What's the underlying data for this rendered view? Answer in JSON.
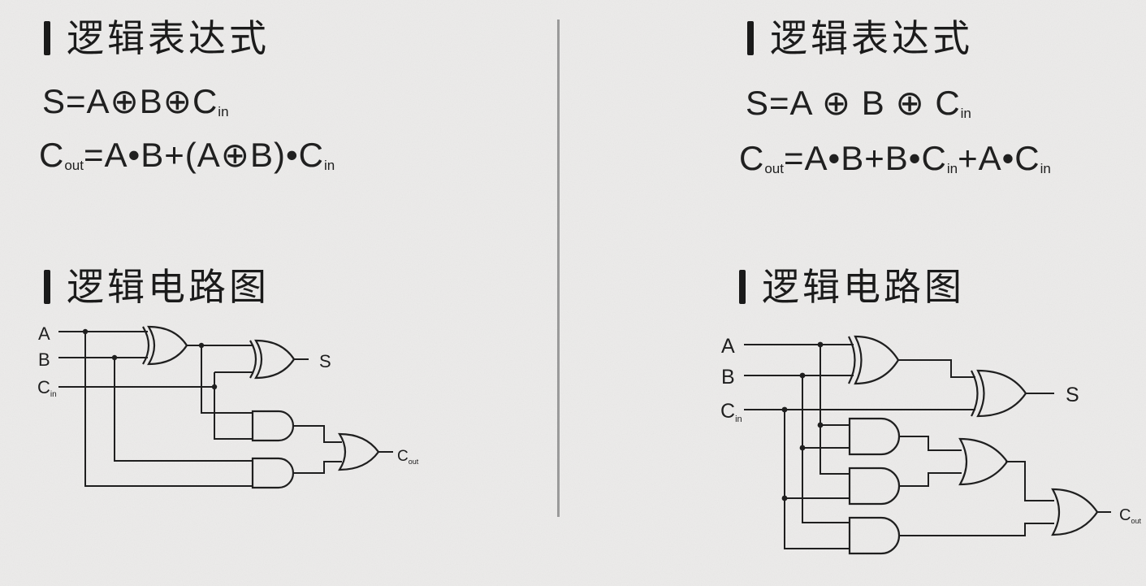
{
  "left": {
    "expr_heading": "逻辑表达式",
    "sum_eq": {
      "lhs": "S",
      "op": "=",
      "rhs": "A⊕B⊕C",
      "rhs_sub": "in"
    },
    "carry_eq": {
      "lhs": "C",
      "lhs_sub": "out",
      "op": "=",
      "rhs": "A•B+(A⊕B)•C",
      "rhs_sub": "in"
    },
    "circuit_heading": "逻辑电路图",
    "circuit": {
      "input_a": "A",
      "input_b": "B",
      "input_c": "C",
      "input_c_sub": "in",
      "output_s": "S",
      "output_cout": "C",
      "output_cout_sub": "out"
    }
  },
  "right": {
    "expr_heading": "逻辑表达式",
    "sum_eq": {
      "lhs": "S",
      "op": "=",
      "rhs": "A ⊕ B ⊕ C",
      "rhs_sub": "in"
    },
    "carry_eq": {
      "lhs": "C",
      "lhs_sub": "out",
      "op": "=",
      "rhs_1": "A•B+B•C",
      "rhs_sub_1": "in",
      "rhs_2": "+A•C",
      "rhs_sub_2": "in"
    },
    "circuit_heading": "逻辑电路图",
    "circuit": {
      "input_a": "A",
      "input_b": "B",
      "input_c": "C",
      "input_c_sub": "in",
      "output_s": "S",
      "output_cout": "C",
      "output_cout_sub": "out"
    }
  }
}
